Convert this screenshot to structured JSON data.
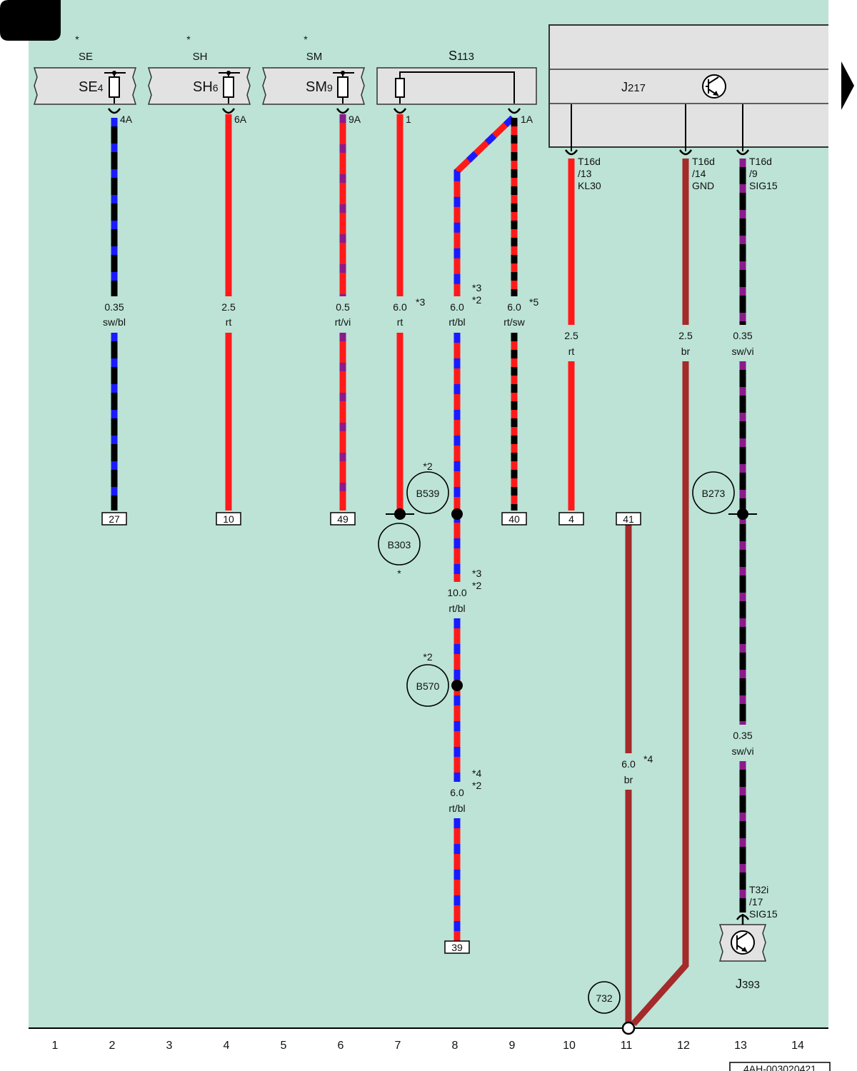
{
  "bottom_columns": [
    "1",
    "2",
    "3",
    "4",
    "5",
    "6",
    "7",
    "8",
    "9",
    "10",
    "11",
    "12",
    "13",
    "14"
  ],
  "page_code": "4AH-003020421",
  "fuse_boxes": [
    {
      "star": "*",
      "group": "SE",
      "fuse": "SE",
      "sub": "4",
      "pin": "4A"
    },
    {
      "star": "*",
      "group": "SH",
      "fuse": "SH",
      "sub": "6",
      "pin": "6A"
    },
    {
      "star": "*",
      "group": "SM",
      "fuse": "SM",
      "sub": "9",
      "pin": "9A"
    }
  ],
  "s113": {
    "name": "S",
    "sub": "113",
    "pin1": "1",
    "pin2": "1A"
  },
  "j217": {
    "name": "J",
    "sub": "217"
  },
  "j393": {
    "name": "J",
    "sub": "393"
  },
  "wires": [
    {
      "size": "0.35",
      "color": "sw/bl",
      "terminal": "27",
      "note": ""
    },
    {
      "size": "2.5",
      "color": "rt",
      "terminal": "10",
      "note": ""
    },
    {
      "size": "0.5",
      "color": "rt/vi",
      "terminal": "49",
      "note": ""
    },
    {
      "size": "6.0",
      "color": "rt",
      "terminal": "",
      "note": "*3"
    },
    {
      "size": "6.0",
      "color": "rt/bl",
      "terminal": "",
      "note": "*3\n*2"
    },
    {
      "size": "6.0",
      "color": "rt/sw",
      "terminal": "40",
      "note": "*5"
    },
    {
      "size": "2.5",
      "color": "rt",
      "terminal": "4",
      "note": ""
    },
    {
      "size": "2.5",
      "color": "br",
      "terminal": "",
      "note": ""
    },
    {
      "size": "0.35",
      "color": "sw/vi",
      "terminal": "",
      "note": ""
    },
    {
      "size": "10.0",
      "color": "rt/bl",
      "terminal": "",
      "note": "*3\n*2"
    },
    {
      "size": "6.0",
      "color": "rt/bl",
      "terminal": "39",
      "note": "*4\n*2"
    },
    {
      "size": "6.0",
      "color": "br",
      "terminal": "41",
      "note": "*4"
    },
    {
      "size": "0.35",
      "color": "sw/vi",
      "terminal": "",
      "note": ""
    }
  ],
  "connectors": {
    "j217_a": {
      "line1": "T16d",
      "line2": "/13",
      "line3": "KL30"
    },
    "j217_b": {
      "line1": "T16d",
      "line2": "/14",
      "line3": "GND"
    },
    "j217_c": {
      "line1": "T16d",
      "line2": "/9",
      "line3": "SIG15"
    },
    "j393": {
      "line1": "T32i",
      "line2": "/17",
      "line3": "SIG15"
    }
  },
  "splices": [
    {
      "id": "B539",
      "note": "*2"
    },
    {
      "id": "B303",
      "note": "*"
    },
    {
      "id": "B570",
      "note": "*2"
    },
    {
      "id": "B273",
      "note": ""
    },
    {
      "id": "732",
      "note": ""
    }
  ],
  "colors": {
    "background": "#bce3d6",
    "component": "#e2e2e2",
    "red": "#ff1a1a",
    "blue": "#1a1aff",
    "black": "#000000",
    "violet": "#8b1a8b",
    "brown": "#a52a2a"
  }
}
